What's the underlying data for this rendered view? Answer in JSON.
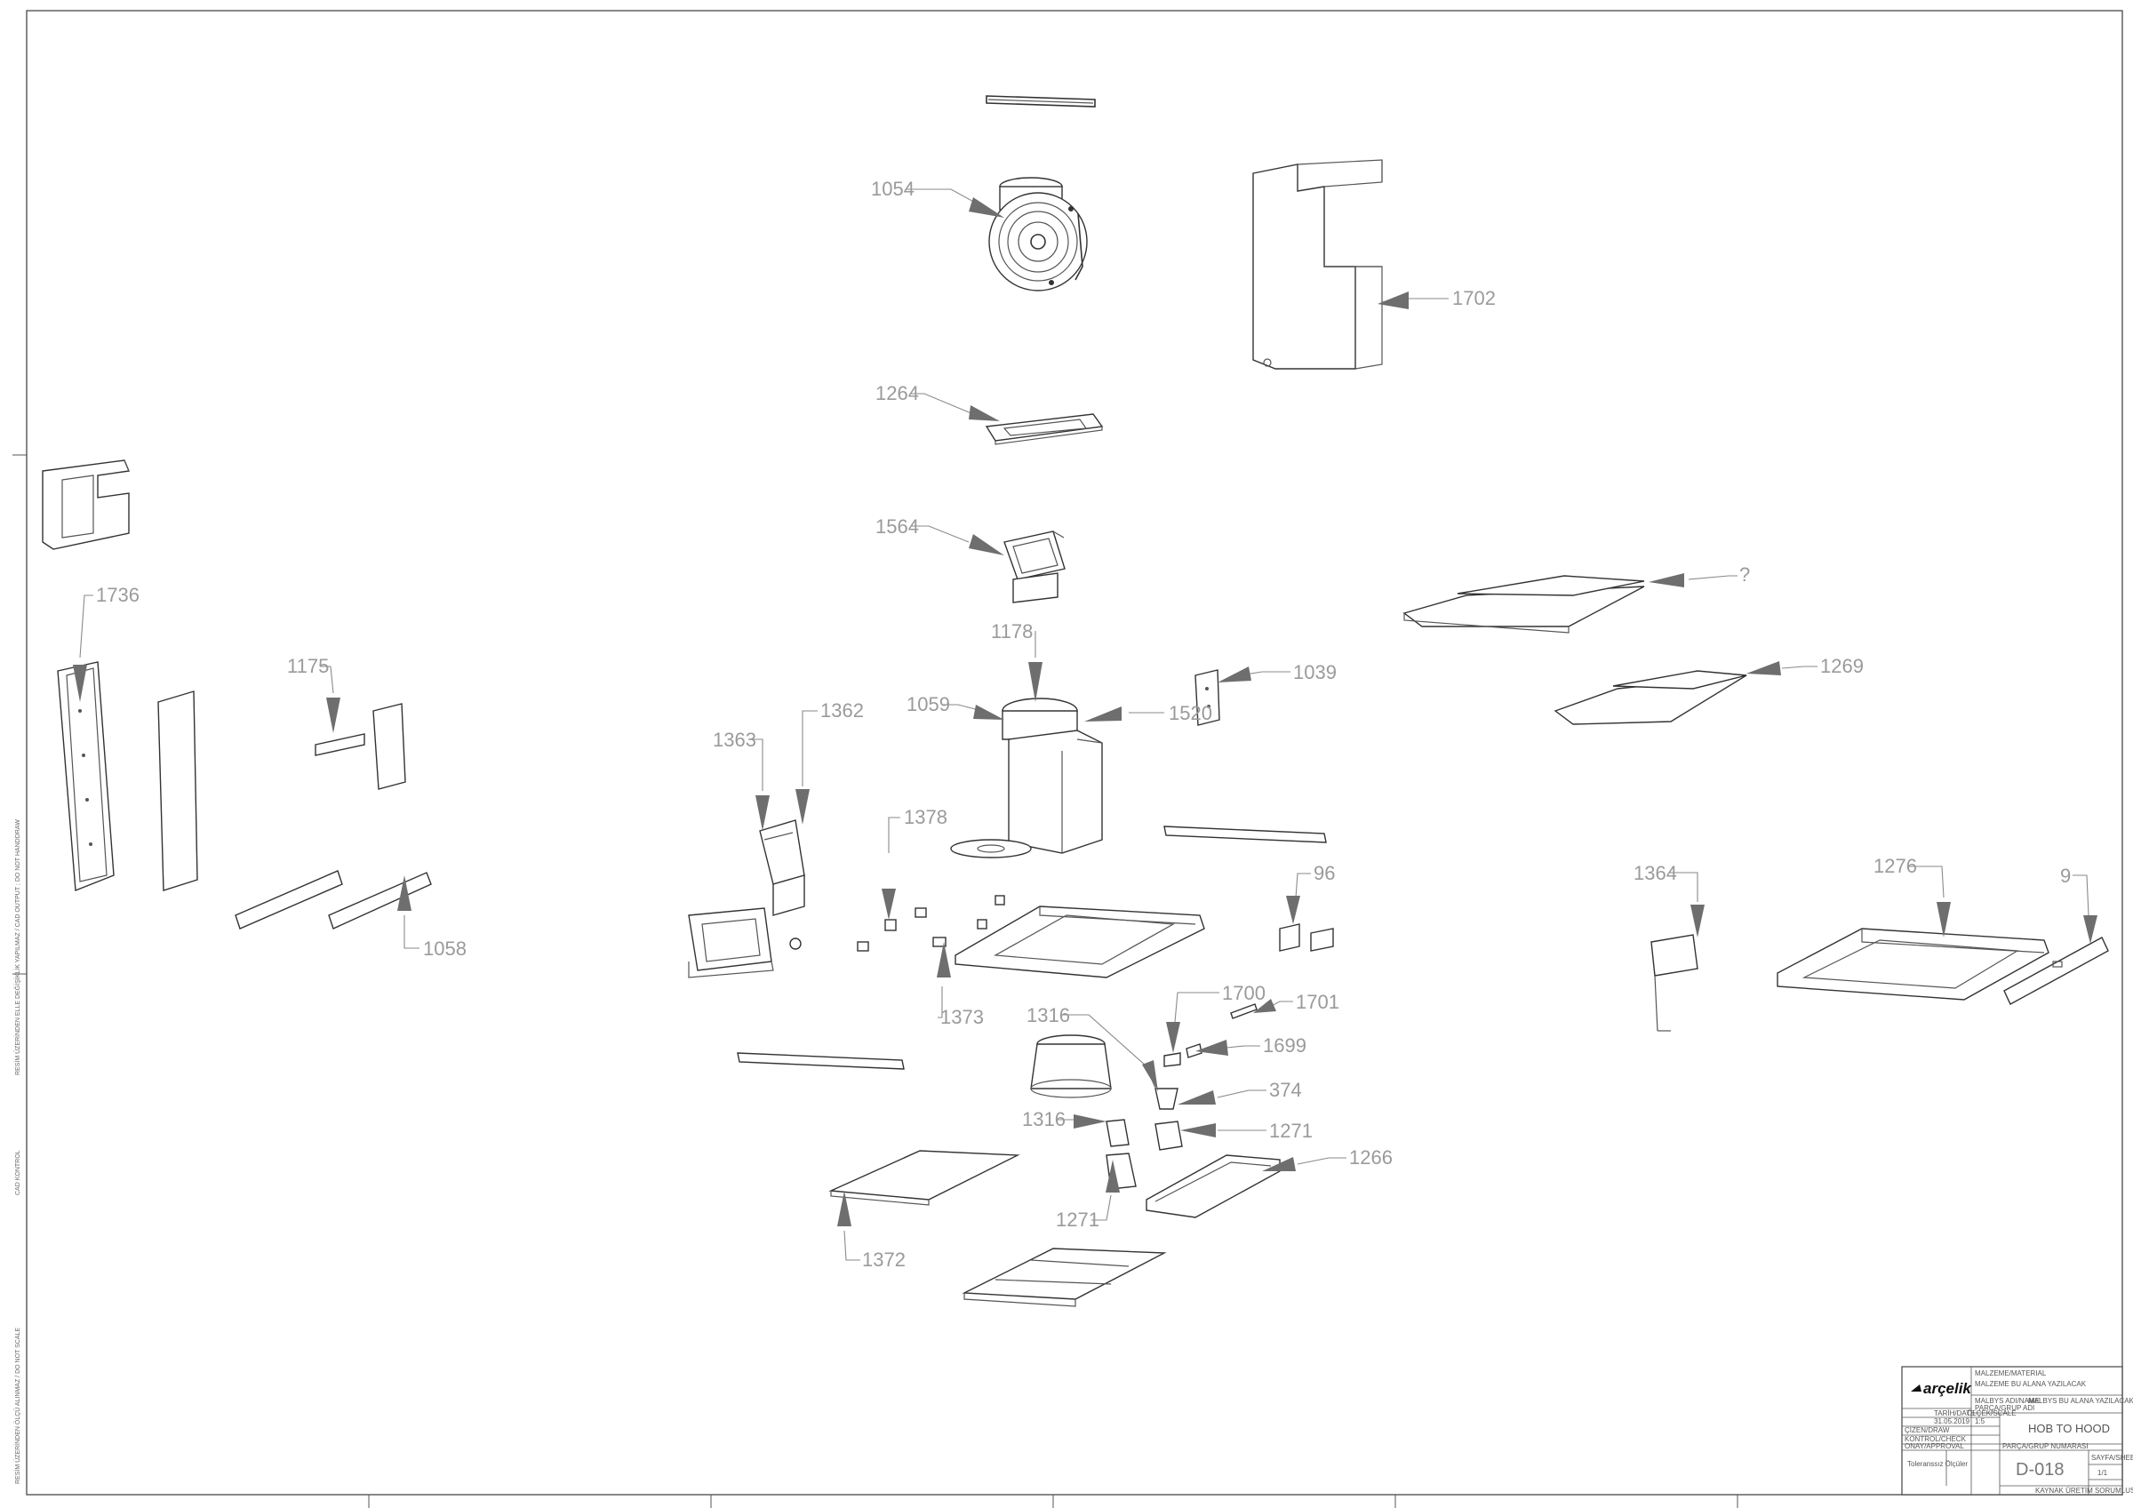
{
  "callouts": {
    "c1054": "1054",
    "c1702": "1702",
    "c1264": "1264",
    "c1564": "1564",
    "c1736": "1736",
    "c1175": "1175",
    "c1178": "1178",
    "c1039": "1039",
    "c1059": "1059",
    "c1520": "1520",
    "c1362": "1362",
    "c1363": "1363",
    "c1378": "1378",
    "c1058": "1058",
    "c96": "96",
    "c1373": "1373",
    "c1364": "1364",
    "c1276": "1276",
    "c9": "9",
    "c1700": "1700",
    "c1701": "1701",
    "c1316a": "1316",
    "c1699": "1699",
    "c374": "374",
    "c1316b": "1316",
    "c1271a": "1271",
    "c1266": "1266",
    "c1271b": "1271",
    "c1372": "1372",
    "cq": "?",
    "c1269": "1269"
  },
  "title_block": {
    "logo": "arçelik",
    "material_label": "MALZEME/MATERIAL",
    "material_value": "MALZEME BU ALANA YAZILACAK",
    "material_name_label": "MALBYS ADI/NAME",
    "material_name_value": "MALBYS BU ALANA YAZILACAK",
    "part_group_label": "PARÇA/GRUP ADI",
    "part_name": "HOB TO HOOD",
    "part_number_label": "PARÇA/GRUP NUMARASI",
    "part_number": "D-018",
    "date_label": "TARİH/DATE",
    "scale_label": "ÖLÇEK/SCALE",
    "date_value": "31.05.2019",
    "scale_value": "1:5",
    "drawn_label": "ÇİZEN/DRAW",
    "control_label": "KONTROL/CHECK",
    "approve_label": "ONAY/APPROVAL",
    "tolerance_note": "Toleranssız Ölçüler",
    "sheet_label": "SAYFA/SHEET",
    "sheet_value": "1/1",
    "footer_note": "KAYNAK ÜRETİM SORUMLUSU"
  },
  "side_notes": {
    "cad_control": "CAD KONTROL",
    "no_handwriting": "RESİM ÜZERİNDEN ELLE DEĞİŞİKLİK YAPILMAZ / CAD OUTPUT ; DO NOT HANDDRAW",
    "no_scale": "RESİM ÜZERİNDEN ÖLÇÜ ALINMAZ / DO NOT SCALE"
  }
}
